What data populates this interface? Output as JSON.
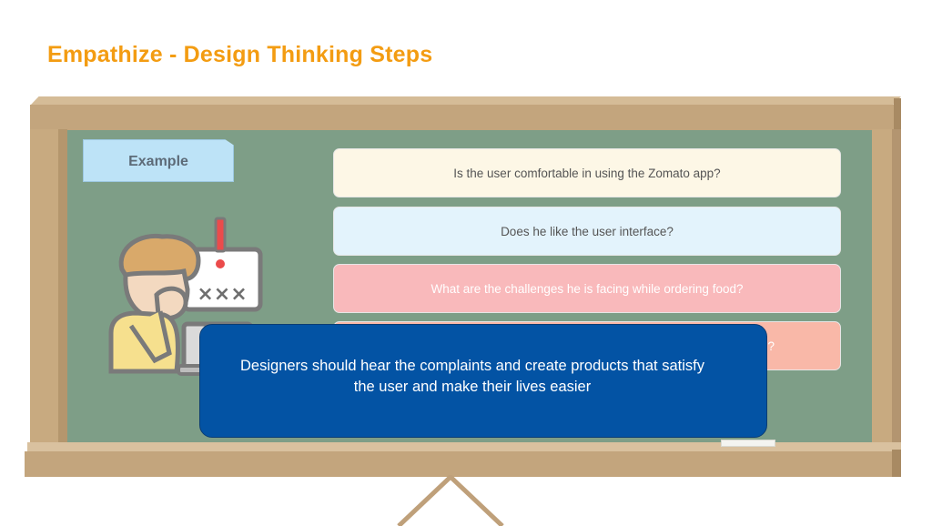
{
  "title": "Empathize - Design Thinking Steps",
  "example_label": "Example",
  "questions": [
    "Is the user comfortable in using the Zomato app?",
    "Does he like the user interface?",
    "What are the challenges he is facing while ordering food?"
  ],
  "question4_visible_tail": "?",
  "callout": "Designers should hear the complaints and create products that satisfy the user and make their lives easier",
  "colors": {
    "title": "#F39C12",
    "board": "#7E9E87",
    "frame": "#C3A57D",
    "callout": "#0353A4",
    "example_tag": "#BDE3F7"
  },
  "icons": [
    "frustrated-person-icon",
    "error-sign-icon",
    "laptop-icon"
  ]
}
